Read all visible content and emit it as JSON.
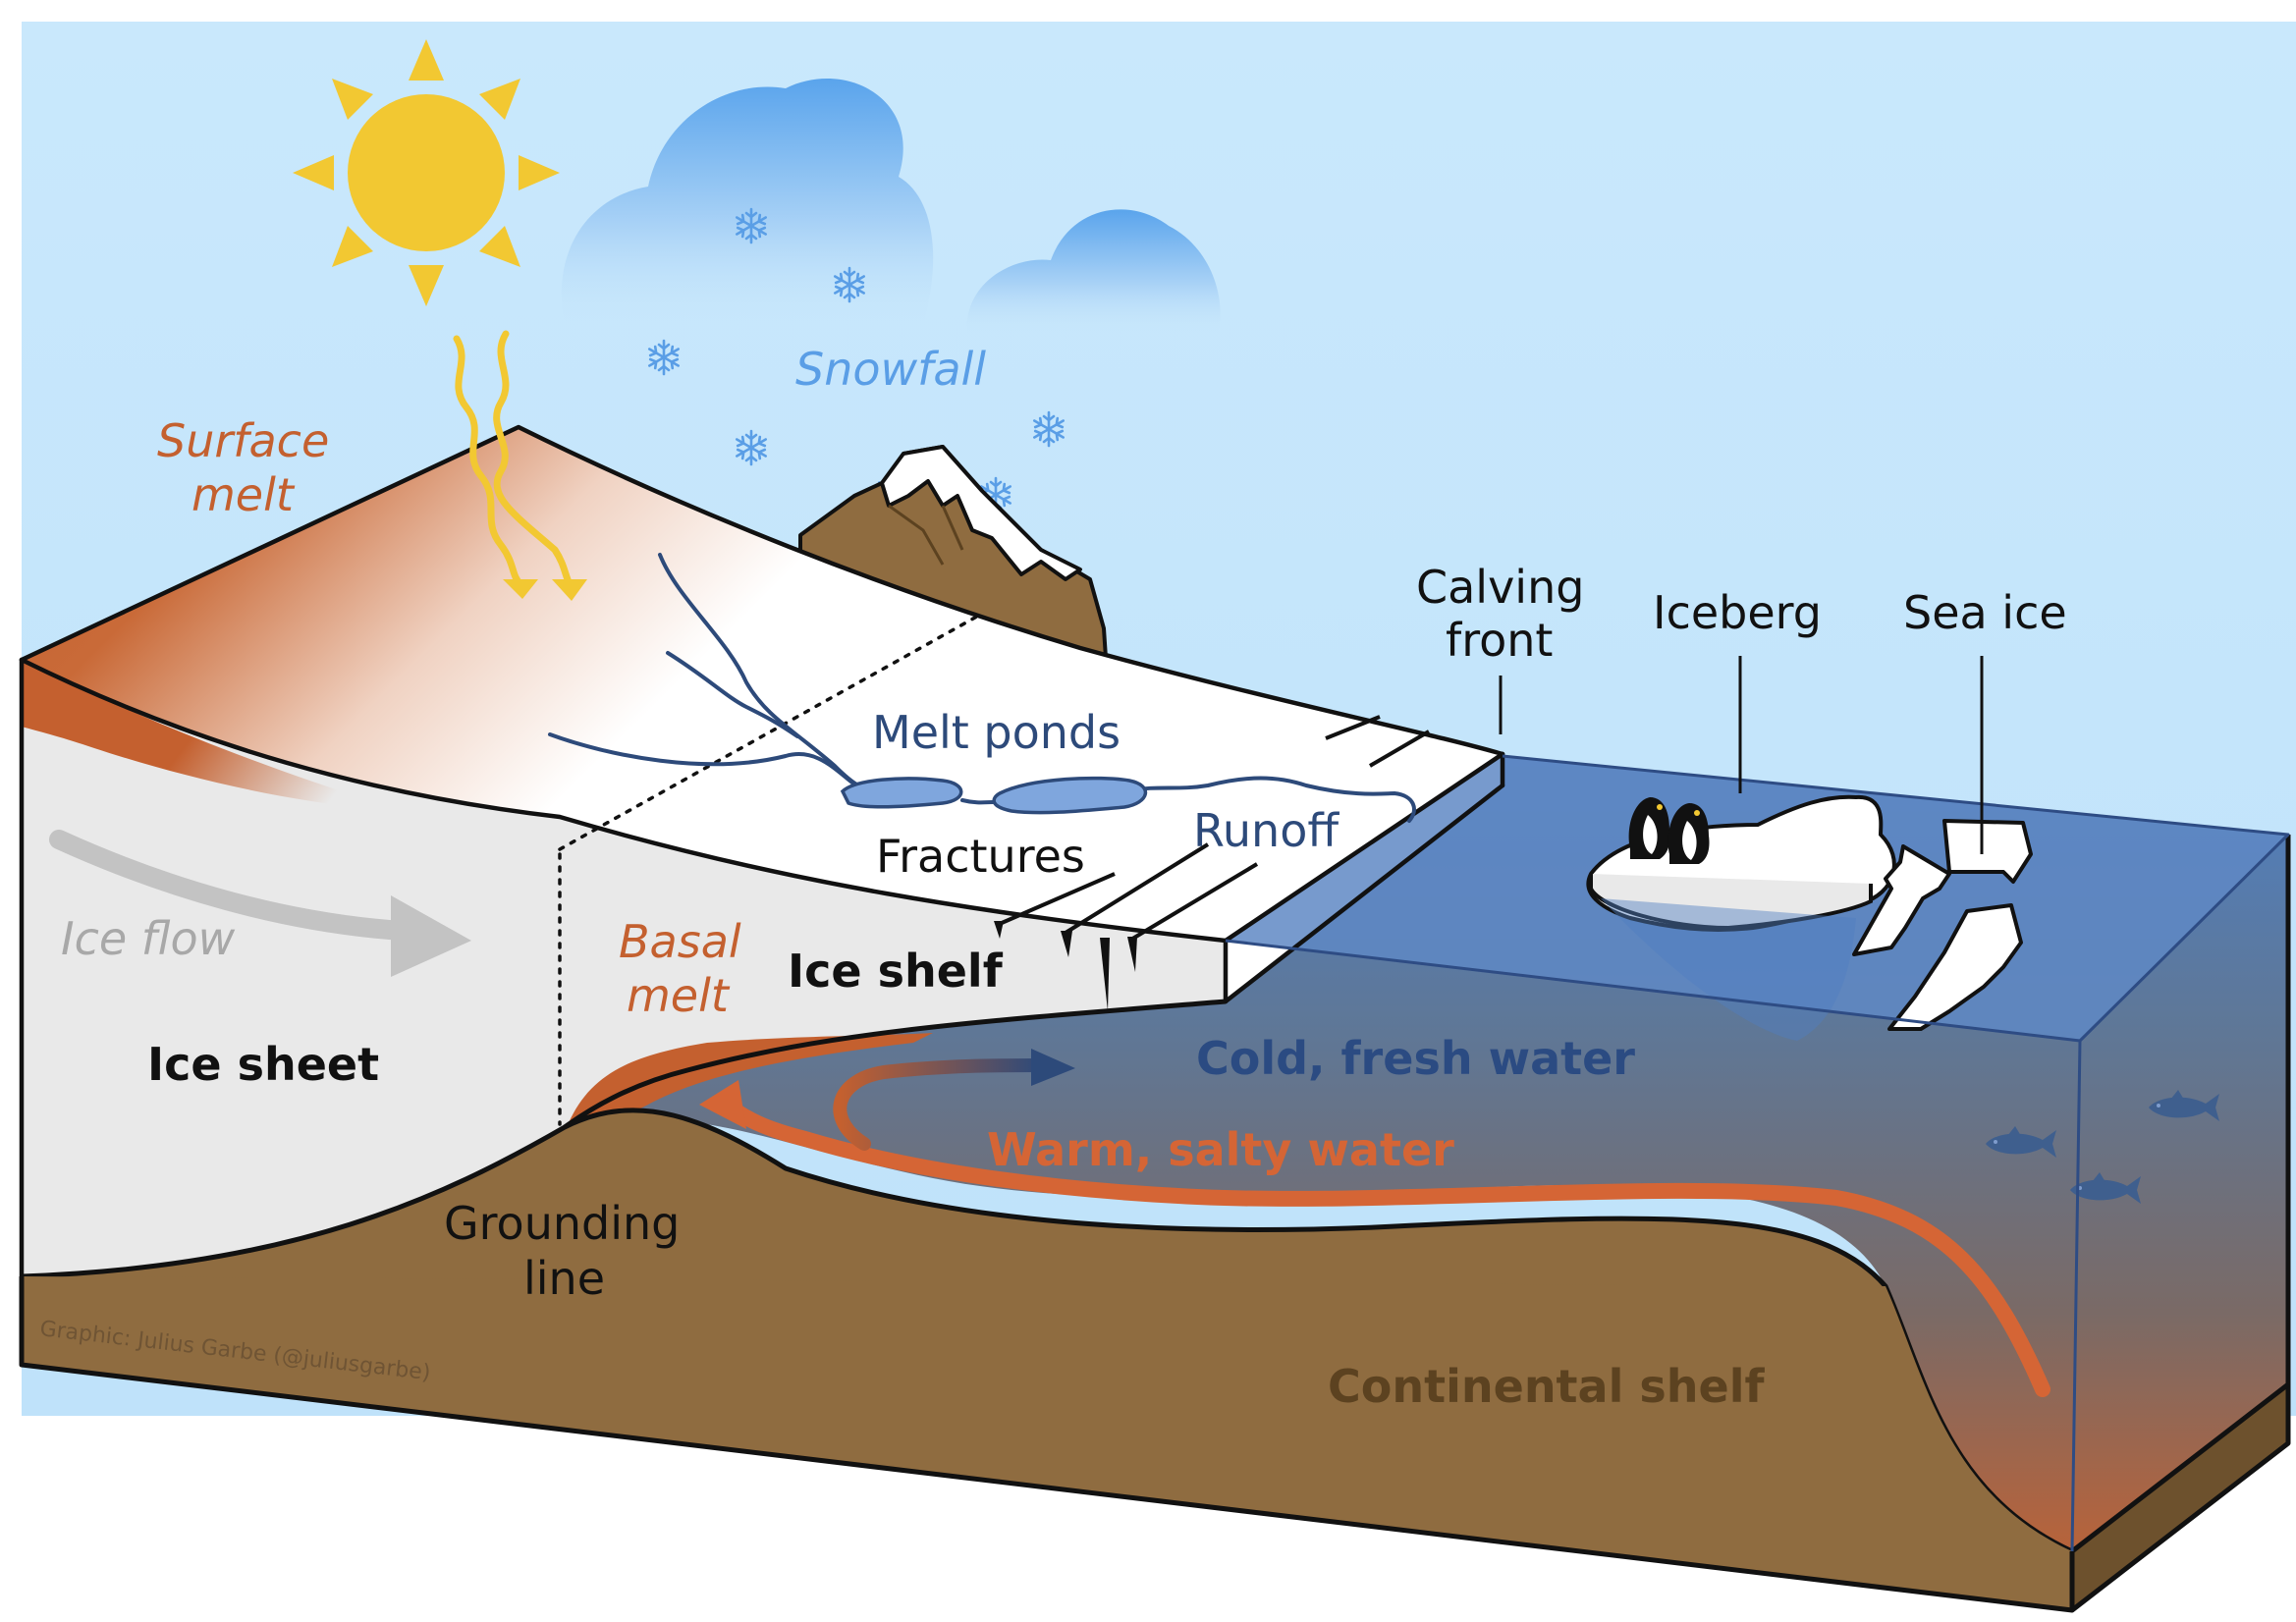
{
  "labels": {
    "snowfall": "Snowfall",
    "surface_melt_1": "Surface",
    "surface_melt_2": "melt",
    "ice_flow": "Ice flow",
    "ice_sheet": "Ice sheet",
    "basal_melt_1": "Basal",
    "basal_melt_2": "melt",
    "ice_shelf": "Ice shelf",
    "melt_ponds": "Melt ponds",
    "runoff": "Runoff",
    "fractures": "Fractures",
    "calving_front_1": "Calving",
    "calving_front_2": "front",
    "iceberg": "Iceberg",
    "sea_ice": "Sea ice",
    "cold_fresh_water": "Cold, fresh water",
    "warm_salty_water": "Warm, salty water",
    "grounding_line_1": "Grounding",
    "grounding_line_2": "line",
    "continental_shelf": "Continental shelf"
  },
  "credit": "Graphic: Julius Garbe (@juliusgarbe)",
  "colors": {
    "sky": "#c4e6fb",
    "ice": "#e9e9e9",
    "surface_top": "#ffffff",
    "melt_orange": "#c4602f",
    "bedrock": "#8f6c40",
    "ocean": "#5f88c4",
    "meltwater": "#2d4a7a",
    "snow_blue": "#5a9ee6",
    "sun": "#f2c832",
    "warm_water_text": "#d56535",
    "cold_water_text": "#2b4b82",
    "continental_text": "#5c4220"
  },
  "icons": [
    "sun-icon",
    "cloud-icon",
    "snowflake-icon",
    "penguin-icon",
    "fish-icon"
  ]
}
